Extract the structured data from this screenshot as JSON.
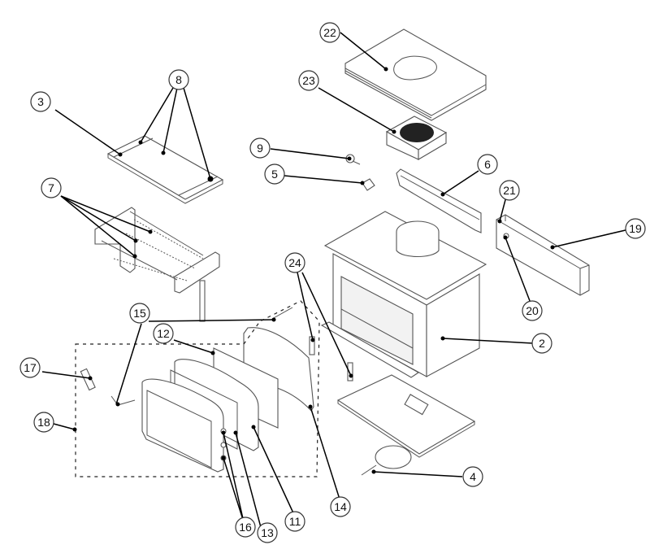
{
  "diagram": {
    "type": "exploded parts diagram",
    "subject": "wood stove insert assembly",
    "colors": {
      "line": "#555555",
      "leader": "#000000",
      "background": "#ffffff"
    },
    "callouts": [
      {
        "id": "c2",
        "label": "2"
      },
      {
        "id": "c3",
        "label": "3"
      },
      {
        "id": "c4",
        "label": "4"
      },
      {
        "id": "c5",
        "label": "5"
      },
      {
        "id": "c6",
        "label": "6"
      },
      {
        "id": "c7",
        "label": "7"
      },
      {
        "id": "c8",
        "label": "8"
      },
      {
        "id": "c9",
        "label": "9"
      },
      {
        "id": "c11",
        "label": "11"
      },
      {
        "id": "c12",
        "label": "12"
      },
      {
        "id": "c13",
        "label": "13"
      },
      {
        "id": "c14",
        "label": "14"
      },
      {
        "id": "c15",
        "label": "15"
      },
      {
        "id": "c16",
        "label": "16"
      },
      {
        "id": "c17",
        "label": "17"
      },
      {
        "id": "c18",
        "label": "18"
      },
      {
        "id": "c19",
        "label": "19"
      },
      {
        "id": "c20",
        "label": "20"
      },
      {
        "id": "c21",
        "label": "21"
      },
      {
        "id": "c22",
        "label": "22"
      },
      {
        "id": "c23",
        "label": "23"
      },
      {
        "id": "c24",
        "label": "24"
      }
    ]
  }
}
